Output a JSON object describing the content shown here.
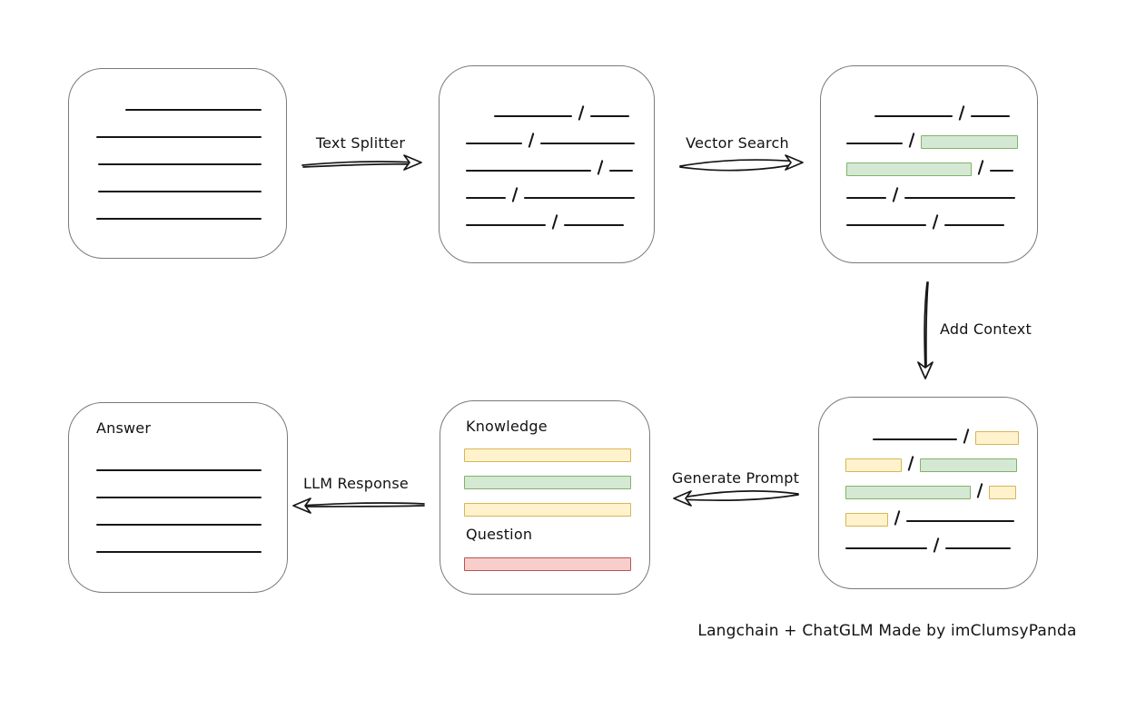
{
  "caption": "Langchain + ChatGLM Made by imClumsyPanda",
  "colors": {
    "green_fill": "#d5e8d4",
    "green_stroke": "#82b366",
    "yellow_fill": "#fff2cc",
    "yellow_stroke": "#d6b656",
    "red_fill": "#f8cecc",
    "red_stroke": "#b85450",
    "box_stroke": "#7a7a7a",
    "line": "#161616"
  },
  "labels": {
    "text_splitter": "Text Splitter",
    "vector_search": "Vector Search",
    "add_context": "Add Context",
    "generate_prompt": "Generate Prompt",
    "llm_response": "LLM Response",
    "knowledge": "Knowledge",
    "question": "Question",
    "answer": "Answer"
  },
  "nodes": {
    "document": {
      "rows": [
        {
          "indent": 32,
          "segs": [
            {
              "k": "line",
              "w": 150
            }
          ]
        },
        {
          "indent": 0,
          "segs": [
            {
              "k": "line",
              "w": 182
            }
          ]
        },
        {
          "indent": 2,
          "segs": [
            {
              "k": "line",
              "w": 180
            }
          ]
        },
        {
          "indent": 2,
          "segs": [
            {
              "k": "line",
              "w": 180
            }
          ]
        },
        {
          "indent": 0,
          "segs": [
            {
              "k": "line",
              "w": 182
            }
          ]
        }
      ]
    },
    "chunks": {
      "rows": [
        {
          "indent": 31,
          "segs": [
            {
              "k": "line",
              "w": 86
            },
            {
              "k": "line",
              "w": 43
            }
          ]
        },
        {
          "indent": 0,
          "segs": [
            {
              "k": "line",
              "w": 62
            },
            {
              "k": "line",
              "w": 104
            }
          ]
        },
        {
          "indent": 0,
          "segs": [
            {
              "k": "line",
              "w": 138
            },
            {
              "k": "line",
              "w": 26
            }
          ]
        },
        {
          "indent": 0,
          "segs": [
            {
              "k": "line",
              "w": 44
            },
            {
              "k": "line",
              "w": 122
            }
          ]
        },
        {
          "indent": 0,
          "segs": [
            {
              "k": "line",
              "w": 88
            },
            {
              "k": "line",
              "w": 66
            }
          ]
        }
      ]
    },
    "matched": {
      "rows": [
        {
          "indent": 31,
          "segs": [
            {
              "k": "line",
              "w": 86
            },
            {
              "k": "line",
              "w": 43
            }
          ]
        },
        {
          "indent": 0,
          "segs": [
            {
              "k": "line",
              "w": 62
            },
            {
              "k": "green",
              "w": 107
            }
          ]
        },
        {
          "indent": 0,
          "segs": [
            {
              "k": "green",
              "w": 138
            },
            {
              "k": "line",
              "w": 26
            }
          ]
        },
        {
          "indent": 0,
          "segs": [
            {
              "k": "line",
              "w": 44
            },
            {
              "k": "line",
              "w": 122
            }
          ]
        },
        {
          "indent": 0,
          "segs": [
            {
              "k": "line",
              "w": 88
            },
            {
              "k": "line",
              "w": 66
            }
          ]
        }
      ]
    },
    "context": {
      "rows": [
        {
          "indent": 30,
          "segs": [
            {
              "k": "line",
              "w": 93
            },
            {
              "k": "yellow",
              "w": 48
            }
          ]
        },
        {
          "indent": 0,
          "segs": [
            {
              "k": "yellow",
              "w": 62
            },
            {
              "k": "green",
              "w": 107
            }
          ]
        },
        {
          "indent": 0,
          "segs": [
            {
              "k": "green",
              "w": 138
            },
            {
              "k": "yellow",
              "w": 30
            }
          ]
        },
        {
          "indent": 0,
          "segs": [
            {
              "k": "yellow",
              "w": 47
            },
            {
              "k": "line",
              "w": 119
            }
          ]
        },
        {
          "indent": 0,
          "segs": [
            {
              "k": "line",
              "w": 90
            },
            {
              "k": "line",
              "w": 72
            }
          ]
        }
      ]
    },
    "prompt": {
      "knowledge_bars": [
        {
          "indent": 0,
          "segs": [
            {
              "k": "yellow",
              "w": 184
            }
          ]
        },
        {
          "indent": 0,
          "segs": [
            {
              "k": "green",
              "w": 184
            }
          ]
        },
        {
          "indent": 0,
          "segs": [
            {
              "k": "yellow",
              "w": 184
            }
          ]
        }
      ],
      "question_bars": [
        {
          "indent": 0,
          "segs": [
            {
              "k": "red",
              "w": 184
            }
          ]
        }
      ]
    },
    "answer": {
      "lines": [
        {
          "indent": 0,
          "segs": [
            {
              "k": "line",
              "w": 182
            }
          ]
        },
        {
          "indent": 0,
          "segs": [
            {
              "k": "line",
              "w": 182
            }
          ]
        },
        {
          "indent": 0,
          "segs": [
            {
              "k": "line",
              "w": 182
            }
          ]
        },
        {
          "indent": 0,
          "segs": [
            {
              "k": "line",
              "w": 182
            }
          ]
        }
      ]
    }
  }
}
